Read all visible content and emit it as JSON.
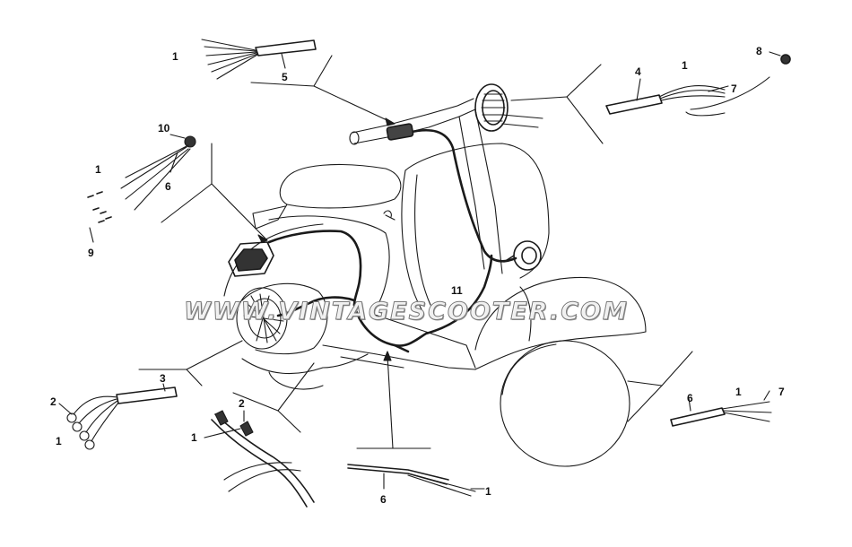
{
  "watermark": "WWW.VINTAGESCOOTER.COM",
  "callouts": [
    {
      "id": "c1a",
      "text": "1"
    },
    {
      "id": "c5",
      "text": "5"
    },
    {
      "id": "c4",
      "text": "4"
    },
    {
      "id": "c1b",
      "text": "1"
    },
    {
      "id": "c7a",
      "text": "7"
    },
    {
      "id": "c8",
      "text": "8"
    },
    {
      "id": "c10",
      "text": "10"
    },
    {
      "id": "c1c",
      "text": "1"
    },
    {
      "id": "c6a",
      "text": "6"
    },
    {
      "id": "c9",
      "text": "9"
    },
    {
      "id": "c11",
      "text": "11"
    },
    {
      "id": "c3",
      "text": "3"
    },
    {
      "id": "c2a",
      "text": "2"
    },
    {
      "id": "c1d",
      "text": "1"
    },
    {
      "id": "c2b",
      "text": "2"
    },
    {
      "id": "c1e",
      "text": "1"
    },
    {
      "id": "c6b",
      "text": "6"
    },
    {
      "id": "c1f",
      "text": "1"
    },
    {
      "id": "c6c",
      "text": "6"
    },
    {
      "id": "c1g",
      "text": "1"
    },
    {
      "id": "c7b",
      "text": "7"
    }
  ],
  "colors": {
    "ink": "#1a1a1a",
    "background": "#ffffff"
  }
}
